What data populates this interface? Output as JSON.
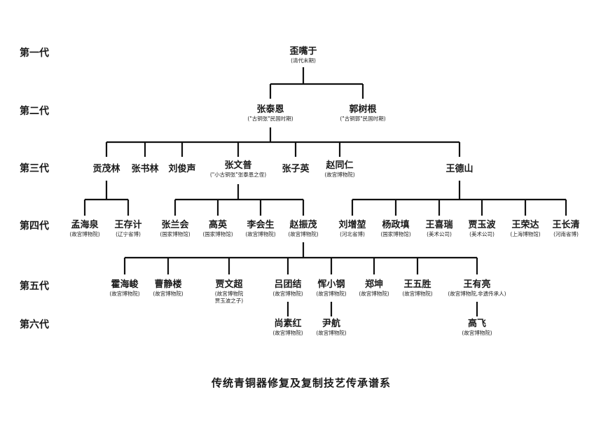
{
  "generations": [
    "第一代",
    "第二代",
    "第三代",
    "第四代",
    "第五代",
    "第六代"
  ],
  "nodes": [
    {
      "name": "歪嘴于",
      "sub": "(清代末期)"
    },
    {
      "name": "张泰恩",
      "sub": "(\"古铜张\"民国时期)"
    },
    {
      "name": "郭树根",
      "sub": "(\"古铜郭\"民国时期)"
    },
    {
      "name": "贡茂林",
      "sub": ""
    },
    {
      "name": "张书林",
      "sub": ""
    },
    {
      "name": "刘俊声",
      "sub": ""
    },
    {
      "name": "张文普",
      "sub": "(\"小古铜张\"张泰恩之侄)"
    },
    {
      "name": "张子英",
      "sub": ""
    },
    {
      "name": "赵同仁",
      "sub": "(故宫博物院)"
    },
    {
      "name": "王德山",
      "sub": ""
    },
    {
      "name": "孟海泉",
      "sub": "(故宫博物院)"
    },
    {
      "name": "王存计",
      "sub": "(辽宁省博)"
    },
    {
      "name": "张兰会",
      "sub": "(国家博物馆)"
    },
    {
      "name": "高英",
      "sub": "(国家博物馆)"
    },
    {
      "name": "李会生",
      "sub": "(故宫博物院)"
    },
    {
      "name": "赵振茂",
      "sub": "(故宫博物院)"
    },
    {
      "name": "刘增堃",
      "sub": "(河北省博)"
    },
    {
      "name": "杨政填",
      "sub": "(国家博物馆)"
    },
    {
      "name": "王喜瑞",
      "sub": "(美术公司)"
    },
    {
      "name": "贾玉波",
      "sub": "(美术公司)"
    },
    {
      "name": "王荣达",
      "sub": "(上海博物馆)"
    },
    {
      "name": "王长清",
      "sub": "(河南省博)"
    },
    {
      "name": "霍海峻",
      "sub": "(故宫博物院)"
    },
    {
      "name": "曹静楼",
      "sub": "(故宫博物院)"
    },
    {
      "name": "贾文超",
      "sub": "(故宫博物院\n贾玉波之子)"
    },
    {
      "name": "吕团结",
      "sub": "(故宫博物院)"
    },
    {
      "name": "恽小钢",
      "sub": "(故宫博物院)"
    },
    {
      "name": "郑坤",
      "sub": "(故宫博物院)"
    },
    {
      "name": "王五胜",
      "sub": "(故宫博物院)"
    },
    {
      "name": "王有亮",
      "sub": "(故宫博物院,非遗传承人)"
    },
    {
      "name": "尚素红",
      "sub": "(故宫博物院)"
    },
    {
      "name": "尹航",
      "sub": "(故宫博物院)"
    },
    {
      "name": "高飞",
      "sub": "(故宫博物院)"
    }
  ],
  "title": "传统青铜器修复及复制技艺传承谱系"
}
